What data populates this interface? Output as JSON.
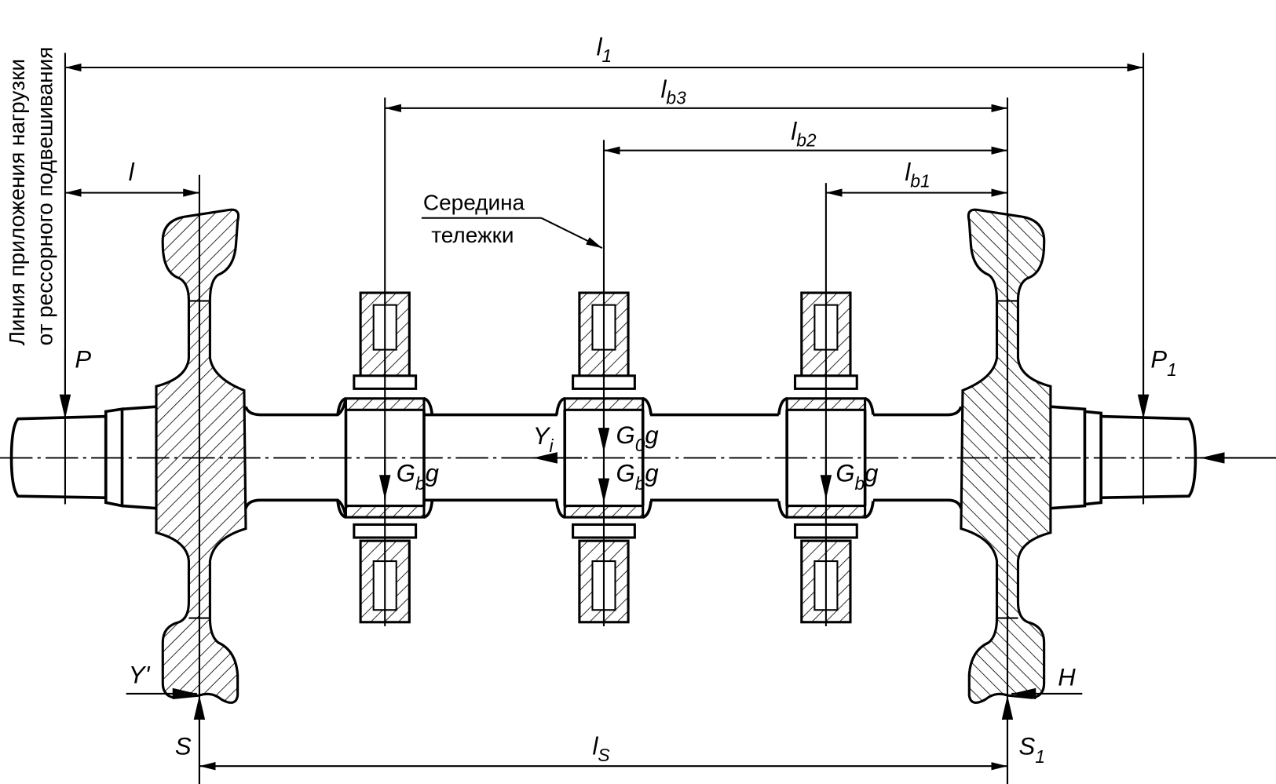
{
  "vertical_note": {
    "line1": "Линия приложения нагрузки",
    "line2": "от рессорного подвешивания"
  },
  "callout": {
    "line1": "Середина",
    "line2": "тележки"
  },
  "dimensions": {
    "l1": {
      "main": "l",
      "sub": "1"
    },
    "lb3": {
      "main": "l",
      "sub": "b3"
    },
    "lb2": {
      "main": "l",
      "sub": "b2"
    },
    "lb1": {
      "main": "l",
      "sub": "b1"
    },
    "l": {
      "main": "l"
    },
    "lS": {
      "main": "l",
      "sub": "S"
    }
  },
  "forces": {
    "P": {
      "main": "P"
    },
    "P1": {
      "main": "P",
      "sub": "1"
    },
    "S": {
      "main": "S"
    },
    "S1": {
      "main": "S",
      "sub": "1"
    },
    "Yprime": {
      "main": "Y'"
    },
    "H": {
      "main": "H"
    },
    "Yi": {
      "main": "Y",
      "sub": "i"
    },
    "G0g": {
      "main": "G",
      "sub": "0",
      "tail": "g"
    },
    "Gbg_left": {
      "main": "G",
      "sub": "b",
      "tail": "g"
    },
    "Gbg_mid": {
      "main": "G",
      "sub": "b",
      "tail": "g"
    },
    "Gbg_right": {
      "main": "G",
      "sub": "b",
      "tail": "g"
    }
  },
  "colors": {
    "ink": "#000000",
    "background": "#ffffff"
  }
}
